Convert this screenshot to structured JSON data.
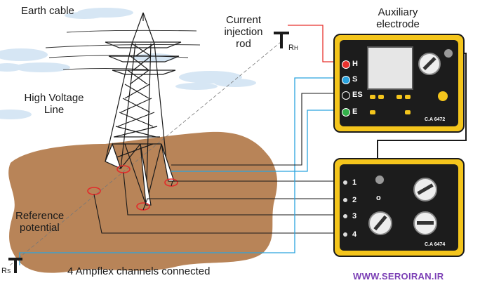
{
  "labels": {
    "earth_cable": "Earth cable",
    "high_voltage_line": [
      "High Voltage",
      "Line"
    ],
    "current_injection_rod": [
      "Current",
      "injection",
      "rod"
    ],
    "auxiliary_electrode": [
      "Auxiliary",
      "electrode"
    ],
    "reference_potential": [
      "Reference",
      "potential"
    ],
    "ampflex_channels": "4 Ampflex channels connected",
    "rh": "R",
    "rh_sub": "H",
    "rs": "R",
    "rs_sub": "S"
  },
  "device_top": {
    "model": "C.A 6472",
    "terminals": [
      {
        "label": "H",
        "color": "#e8322e"
      },
      {
        "label": "S",
        "color": "#2aa3df"
      },
      {
        "label": "ES",
        "color": "#1a1a1a"
      },
      {
        "label": "E",
        "color": "#33b04a"
      }
    ]
  },
  "device_bottom": {
    "model": "C.A 6474",
    "channels": [
      "1",
      "2",
      "3",
      "4"
    ],
    "dial_mark": "o"
  },
  "wire_colors": {
    "H": "#e8322e",
    "S": "#2aa3df",
    "E": "#33b04a",
    "ES": "#1a1a1a"
  },
  "website": "WWW.SEROIRAN.IR"
}
